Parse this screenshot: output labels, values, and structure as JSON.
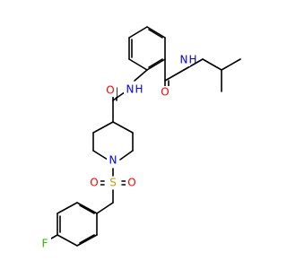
{
  "molecule": {
    "colors": {
      "carbon_bond": "#000000",
      "oxygen": "#ff0000",
      "nitrogen": "#0000ff",
      "sulfur": "#b8a400",
      "fluorine": "#38b000"
    },
    "atoms": {
      "amide_o_top": "O",
      "amide_nh_top": "N",
      "amide_h_top": "H",
      "aryl_nh": "N",
      "aryl_h": "H",
      "carboxamide_o": "O",
      "piperidine_n": "N",
      "sulfonyl_s": "S",
      "sulfonyl_o_left": "O",
      "sulfonyl_o_right": "O",
      "fluoro_f": "F"
    }
  }
}
